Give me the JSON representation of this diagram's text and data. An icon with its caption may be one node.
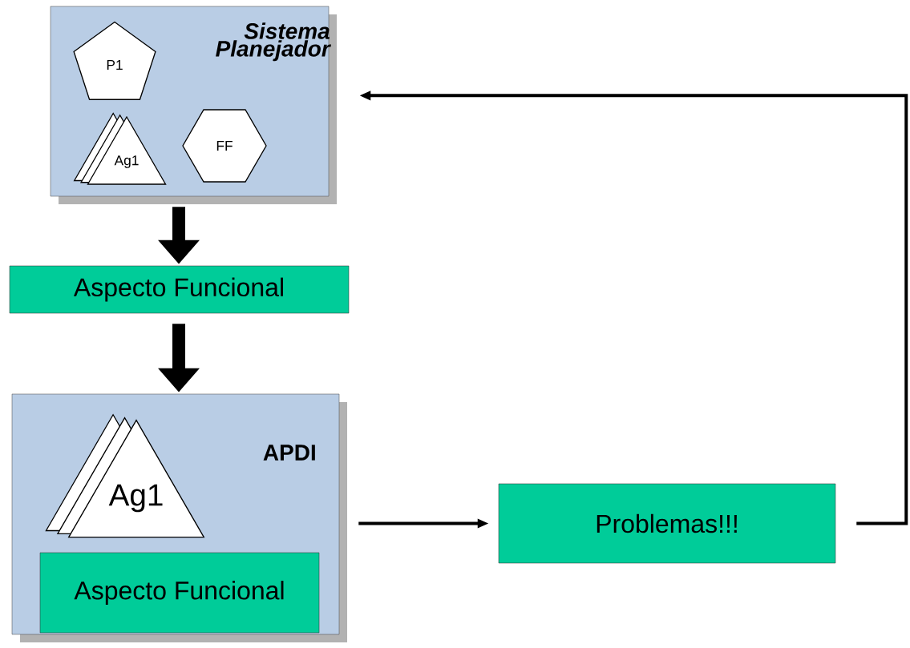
{
  "diagram": {
    "nodes": [
      {
        "text": [
          "Sistema Planejador"
        ]
      },
      {
        "text": [
          "P1"
        ],
        "in": 0
      },
      {
        "text": [
          "Ag1"
        ],
        "in": 0
      },
      {
        "text": [
          "FF"
        ],
        "in": 0
      },
      {
        "text": [
          "Aspecto Funcional"
        ]
      },
      {
        "text": [
          "APDI"
        ]
      },
      {
        "text": [
          "Ag1"
        ],
        "in": 5
      },
      {
        "text": [
          "Aspecto Funcional"
        ],
        "in": 5
      },
      {
        "text": [
          "Problemas!!!"
        ]
      }
    ],
    "edges": [
      {
        "from": 0,
        "to": 4,
        "arrow": "to",
        "style": "thick"
      },
      {
        "from": 4,
        "to": 5,
        "arrow": "to",
        "style": "thick"
      },
      {
        "from": 5,
        "to": 8,
        "arrow": "to"
      },
      {
        "from": 8,
        "to": 0,
        "arrow": "to"
      }
    ]
  }
}
